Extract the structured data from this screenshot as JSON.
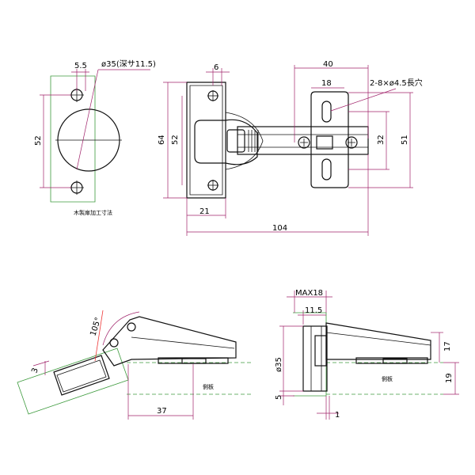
{
  "drill_view": {
    "dim_offset": "5.5",
    "dim_hole": "ø35(深サ11.5)",
    "dim_height": "52",
    "caption": "木製扉加工寸法"
  },
  "top_view": {
    "dim_6": "6",
    "dim_40": "40",
    "dim_18": "18",
    "slot_note": "2-8×ø4.5長穴",
    "dim_64": "64",
    "dim_52": "52",
    "dim_32": "32",
    "dim_51": "51",
    "dim_21": "21",
    "dim_104": "104"
  },
  "side_open_view": {
    "angle": "105°",
    "dim_3": "3",
    "label_side_panel": "側板",
    "dim_37": "37"
  },
  "side_closed_view": {
    "dim_max18": "MAX18",
    "dim_11_5": "11.5",
    "dim_35": "ø35",
    "dim_5": "5",
    "label_side_panel": "側板",
    "dim_17": "17",
    "dim_19": "19",
    "dim_1": "1"
  }
}
